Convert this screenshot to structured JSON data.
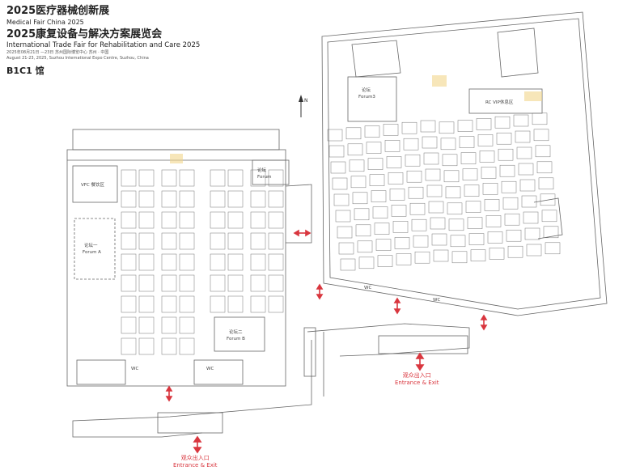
{
  "header": {
    "title_cn": "2025医疗器械创新展",
    "title_en": "Medical Fair China 2025",
    "subtitle_cn": "2025康复设备与解决方案展览会",
    "subtitle_en": "International Trade Fair for Rehabilitation and Care 2025",
    "date_cn": "2025年08月21日 —23日  苏州国际博览中心  苏州 · 中国",
    "date_en": "August 21-23, 2025, Suzhou International Expo Centre, Suzhou, China",
    "hall": "B1C1 馆"
  },
  "map": {
    "north_label": "N",
    "forum_a_cn": "论坛一",
    "forum_a_en": "Forum A",
    "forum_b_cn": "论坛二",
    "forum_b_en": "Forum B",
    "vip_left": "VFC 餐饮区",
    "forum_top_left": "论坛",
    "forum_top_left_en": "Forum",
    "forum_right_cn": "论坛",
    "forum_right_en": "Forum3",
    "vip_right": "RC VIP休息区",
    "wc": "WC"
  },
  "entrances": [
    {
      "cn": "观众出入口",
      "en": "Entrance & Exit"
    },
    {
      "cn": "观众出入口",
      "en": "Entrance & Exit"
    }
  ],
  "colors": {
    "arrow": "#d9363e",
    "line": "#555555",
    "highlight": "#f2d58a"
  }
}
